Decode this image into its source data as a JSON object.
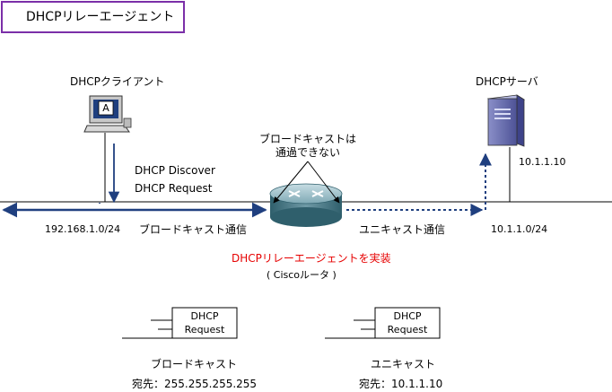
{
  "title": "DHCPリレーエージェント",
  "client": {
    "label": "DHCPクライアント",
    "screen_letter": "A"
  },
  "server": {
    "label": "DHCPサーバ",
    "ip": "10.1.1.10"
  },
  "messages": {
    "discover": "DHCP Discover",
    "request": "DHCP Request"
  },
  "router_note": {
    "line1": "ブロードキャストは",
    "line2": "通過できない"
  },
  "left_network": {
    "subnet": "192.168.1.0/24",
    "traffic": "ブロードキャスト通信"
  },
  "right_network": {
    "subnet": "10.1.1.0/24",
    "traffic": "ユニキャスト通信"
  },
  "relay": {
    "label": "DHCPリレーエージェントを実装",
    "router": "( Ciscoルータ )"
  },
  "packets": [
    {
      "line1": "DHCP",
      "line2": "Request",
      "type": "ブロードキャスト",
      "dest": "宛先：255.255.255.255"
    },
    {
      "line1": "DHCP",
      "line2": "Request",
      "type": "ユニキャスト",
      "dest": "宛先：10.1.1.10"
    }
  ],
  "colors": {
    "arrow": "#1f3f7f",
    "relay_text": "#e60000",
    "title_border": "#7b2fa8"
  }
}
